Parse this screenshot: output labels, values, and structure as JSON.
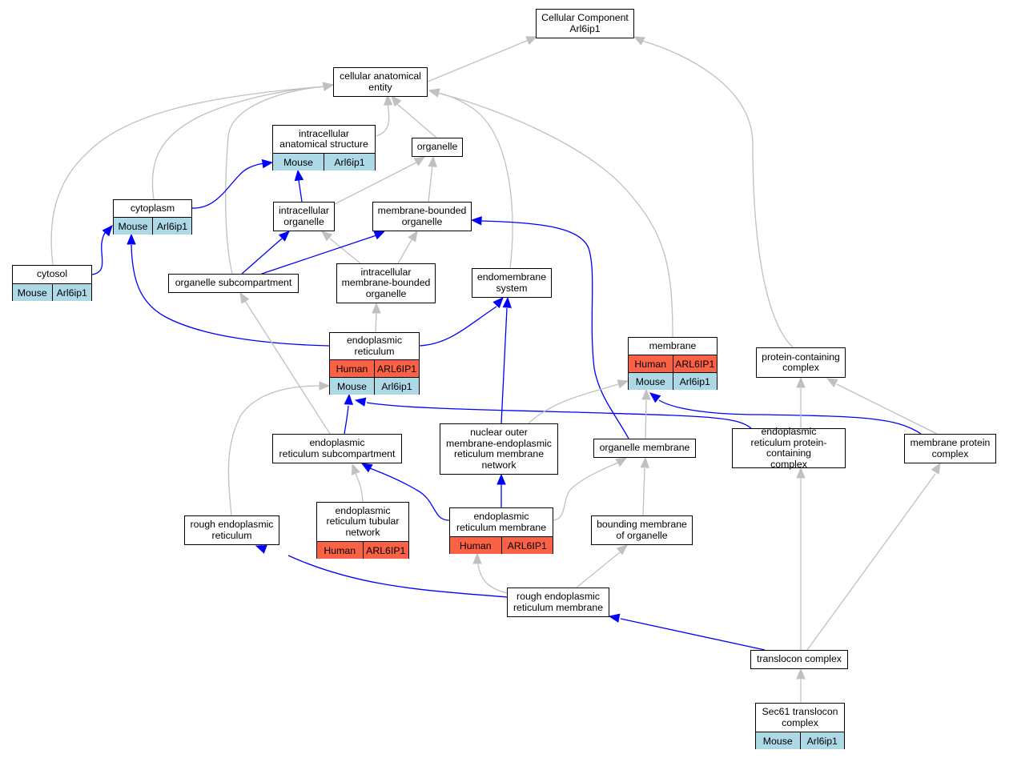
{
  "graph": {
    "colors": {
      "blue_edge": "#0000ff",
      "gray_edge": "#c0c0c0",
      "human": "#fa6145",
      "mouse": "#add8e6"
    },
    "nodes": {
      "root": {
        "label": "Cellular Component\nArl6ip1"
      },
      "cae": {
        "label": "cellular anatomical\nentity"
      },
      "ias": {
        "label": "intracellular\nanatomical structure",
        "rows": [
          {
            "kind": "mouse",
            "species": "Mouse",
            "gene": "Arl6ip1"
          }
        ]
      },
      "organelle": {
        "label": "organelle"
      },
      "cytoplasm": {
        "label": "cytoplasm",
        "rows": [
          {
            "kind": "mouse",
            "species": "Mouse",
            "gene": "Arl6ip1"
          }
        ]
      },
      "intra_org": {
        "label": "intracellular\norganelle"
      },
      "mem_bound_org": {
        "label": "membrane-bounded\norganelle"
      },
      "cytosol": {
        "label": "cytosol",
        "rows": [
          {
            "kind": "mouse",
            "species": "Mouse",
            "gene": "Arl6ip1"
          }
        ]
      },
      "org_subcomp": {
        "label": "organelle subcompartment"
      },
      "intra_mem_bound": {
        "label": "intracellular\nmembrane-bounded\norganelle"
      },
      "endomem": {
        "label": "endomembrane\nsystem"
      },
      "er": {
        "label": "endoplasmic\nreticulum",
        "rows": [
          {
            "kind": "human",
            "species": "Human",
            "gene": "ARL6IP1"
          },
          {
            "kind": "mouse",
            "species": "Mouse",
            "gene": "Arl6ip1"
          }
        ]
      },
      "membrane": {
        "label": "membrane",
        "rows": [
          {
            "kind": "human",
            "species": "Human",
            "gene": "ARL6IP1"
          },
          {
            "kind": "mouse",
            "species": "Mouse",
            "gene": "Arl6ip1"
          }
        ]
      },
      "protein_complex": {
        "label": "protein-containing\ncomplex"
      },
      "er_subcomp": {
        "label": "endoplasmic\nreticulum subcompartment"
      },
      "nuclear_outer": {
        "label": "nuclear outer\nmembrane-endoplasmic\nreticulum membrane\nnetwork"
      },
      "org_membrane": {
        "label": "organelle membrane"
      },
      "er_protein_complex": {
        "label": "endoplasmic\nreticulum protein-containing\ncomplex"
      },
      "mem_protein_complex": {
        "label": "membrane protein\ncomplex"
      },
      "rough_er": {
        "label": "rough endoplasmic\nreticulum"
      },
      "er_tubular": {
        "label": "endoplasmic\nreticulum tubular\nnetwork",
        "rows": [
          {
            "kind": "human",
            "species": "Human",
            "gene": "ARL6IP1"
          }
        ]
      },
      "er_membrane": {
        "label": "endoplasmic\nreticulum membrane",
        "rows": [
          {
            "kind": "human",
            "species": "Human",
            "gene": "ARL6IP1"
          }
        ]
      },
      "bounding_mem": {
        "label": "bounding membrane\nof organelle"
      },
      "rough_er_mem": {
        "label": "rough endoplasmic\nreticulum membrane"
      },
      "translocon": {
        "label": "translocon complex"
      },
      "sec61": {
        "label": "Sec61 translocon\ncomplex",
        "rows": [
          {
            "kind": "mouse",
            "species": "Mouse",
            "gene": "Arl6ip1"
          }
        ]
      }
    },
    "edges": [
      {
        "from": "cae",
        "to": "root",
        "style": "gray"
      },
      {
        "from": "protein_complex",
        "to": "root",
        "style": "gray"
      },
      {
        "from": "ias",
        "to": "cae",
        "style": "gray"
      },
      {
        "from": "organelle",
        "to": "cae",
        "style": "gray"
      },
      {
        "from": "cytoplasm",
        "to": "cae",
        "style": "gray"
      },
      {
        "from": "cytosol",
        "to": "cae",
        "style": "gray"
      },
      {
        "from": "org_subcomp",
        "to": "cae",
        "style": "gray"
      },
      {
        "from": "endomem",
        "to": "cae",
        "style": "gray"
      },
      {
        "from": "membrane",
        "to": "cae",
        "style": "gray"
      },
      {
        "from": "cytoplasm",
        "to": "ias",
        "style": "blue"
      },
      {
        "from": "intra_org",
        "to": "ias",
        "style": "blue"
      },
      {
        "from": "intra_org",
        "to": "organelle",
        "style": "gray"
      },
      {
        "from": "mem_bound_org",
        "to": "organelle",
        "style": "gray"
      },
      {
        "from": "cytosol",
        "to": "cytoplasm",
        "style": "blue"
      },
      {
        "from": "er",
        "to": "cytoplasm",
        "style": "blue"
      },
      {
        "from": "org_subcomp",
        "to": "intra_org",
        "style": "blue"
      },
      {
        "from": "intra_mem_bound",
        "to": "intra_org",
        "style": "gray"
      },
      {
        "from": "org_subcomp",
        "to": "mem_bound_org",
        "style": "blue"
      },
      {
        "from": "intra_mem_bound",
        "to": "mem_bound_org",
        "style": "gray"
      },
      {
        "from": "org_membrane",
        "to": "mem_bound_org",
        "style": "blue"
      },
      {
        "from": "er",
        "to": "intra_mem_bound",
        "style": "gray"
      },
      {
        "from": "er",
        "to": "endomem",
        "style": "blue"
      },
      {
        "from": "nuclear_outer",
        "to": "endomem",
        "style": "blue"
      },
      {
        "from": "er_subcomp",
        "to": "org_subcomp",
        "style": "gray"
      },
      {
        "from": "er_subcomp",
        "to": "er",
        "style": "blue"
      },
      {
        "from": "rough_er",
        "to": "er",
        "style": "gray"
      },
      {
        "from": "er_protein_complex",
        "to": "er",
        "style": "blue"
      },
      {
        "from": "nuclear_outer",
        "to": "membrane",
        "style": "gray"
      },
      {
        "from": "org_membrane",
        "to": "membrane",
        "style": "gray"
      },
      {
        "from": "mem_protein_complex",
        "to": "membrane",
        "style": "blue"
      },
      {
        "from": "er_protein_complex",
        "to": "protein_complex",
        "style": "gray"
      },
      {
        "from": "mem_protein_complex",
        "to": "protein_complex",
        "style": "gray"
      },
      {
        "from": "er_tubular",
        "to": "er_subcomp",
        "style": "gray"
      },
      {
        "from": "er_membrane",
        "to": "er_subcomp",
        "style": "blue"
      },
      {
        "from": "er_membrane",
        "to": "nuclear_outer",
        "style": "blue"
      },
      {
        "from": "er_membrane",
        "to": "org_membrane",
        "style": "gray"
      },
      {
        "from": "bounding_mem",
        "to": "org_membrane",
        "style": "gray"
      },
      {
        "from": "rough_er_mem",
        "to": "rough_er",
        "style": "blue"
      },
      {
        "from": "rough_er_mem",
        "to": "er_membrane",
        "style": "gray"
      },
      {
        "from": "rough_er_mem",
        "to": "bounding_mem",
        "style": "gray"
      },
      {
        "from": "translocon",
        "to": "rough_er_mem",
        "style": "blue"
      },
      {
        "from": "translocon",
        "to": "er_protein_complex",
        "style": "gray"
      },
      {
        "from": "translocon",
        "to": "mem_protein_complex",
        "style": "gray"
      },
      {
        "from": "sec61",
        "to": "translocon",
        "style": "gray"
      }
    ]
  }
}
